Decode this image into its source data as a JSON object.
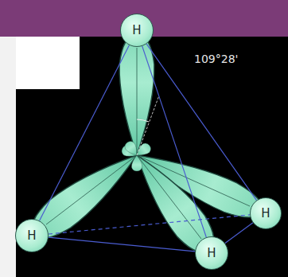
{
  "diagram": {
    "nodes": [
      {
        "text": [
          "H"
        ]
      },
      {
        "text": [
          "H"
        ]
      },
      {
        "text": [
          "H"
        ]
      },
      {
        "text": [
          "H"
        ]
      }
    ],
    "edges": [
      {
        "from": 0,
        "to": 1,
        "arrow": "none"
      },
      {
        "from": 0,
        "to": 2,
        "arrow": "none"
      },
      {
        "from": 0,
        "to": 3,
        "arrow": "none"
      },
      {
        "from": 1,
        "to": 3,
        "arrow": "none"
      },
      {
        "from": 1,
        "to": 2,
        "arrow": "none"
      },
      {
        "from": 2,
        "to": 3,
        "arrow": "none"
      }
    ],
    "labels": [
      "109°28'"
    ]
  }
}
